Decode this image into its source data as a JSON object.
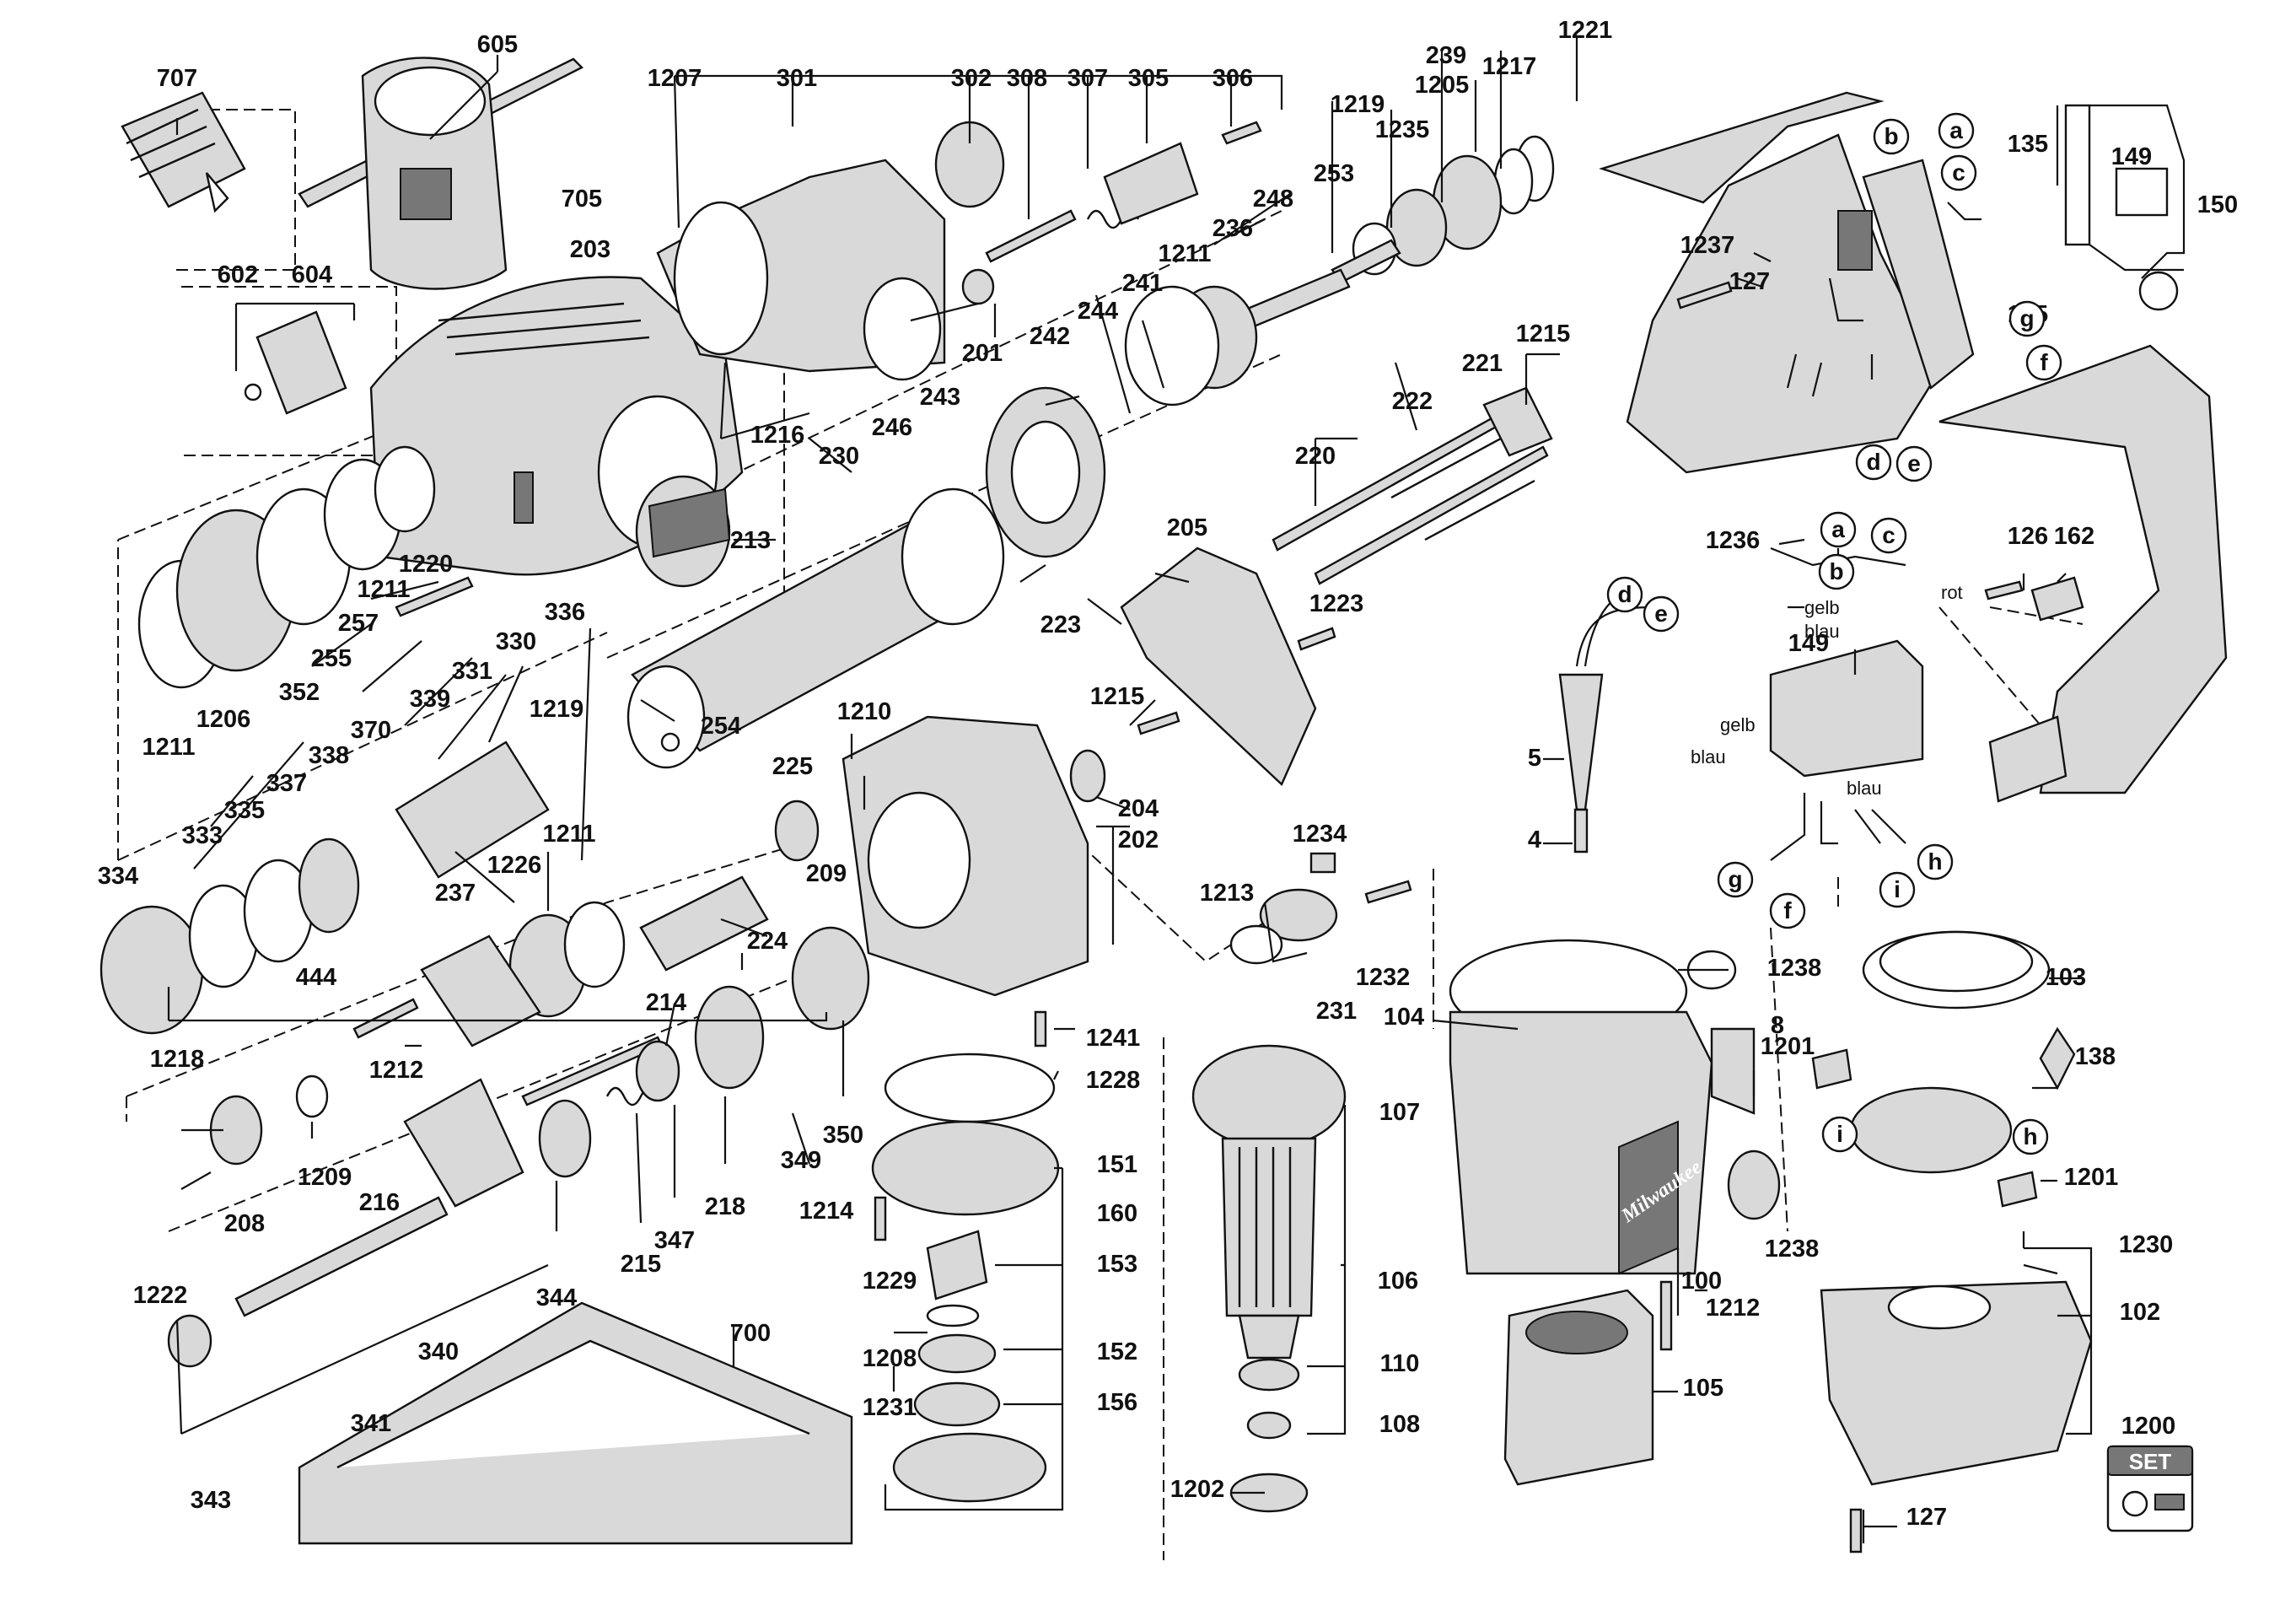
{
  "labels": [
    {
      "id": "707",
      "text": "707"
    },
    {
      "id": "605",
      "text": "605"
    },
    {
      "id": "705",
      "text": "705"
    },
    {
      "id": "1207",
      "text": "1207"
    },
    {
      "id": "301",
      "text": "301"
    },
    {
      "id": "302",
      "text": "302"
    },
    {
      "id": "308",
      "text": "308"
    },
    {
      "id": "307",
      "text": "307"
    },
    {
      "id": "305",
      "text": "305"
    },
    {
      "id": "306",
      "text": "306"
    },
    {
      "id": "239",
      "text": "239"
    },
    {
      "id": "1221",
      "text": "1221"
    },
    {
      "id": "1217",
      "text": "1217"
    },
    {
      "id": "1205",
      "text": "1205"
    },
    {
      "id": "1219a",
      "text": "1219"
    },
    {
      "id": "1235",
      "text": "1235"
    },
    {
      "id": "253",
      "text": "253"
    },
    {
      "id": "203",
      "text": "203"
    },
    {
      "id": "602",
      "text": "602"
    },
    {
      "id": "604",
      "text": "604"
    },
    {
      "id": "248",
      "text": "248"
    },
    {
      "id": "236",
      "text": "236"
    },
    {
      "id": "1211a",
      "text": "1211"
    },
    {
      "id": "241",
      "text": "241"
    },
    {
      "id": "244",
      "text": "244"
    },
    {
      "id": "242",
      "text": "242"
    },
    {
      "id": "201",
      "text": "201"
    },
    {
      "id": "1216",
      "text": "1216"
    },
    {
      "id": "243",
      "text": "243"
    },
    {
      "id": "246",
      "text": "246"
    },
    {
      "id": "230",
      "text": "230"
    },
    {
      "id": "1215a",
      "text": "1215"
    },
    {
      "id": "221",
      "text": "221"
    },
    {
      "id": "222",
      "text": "222"
    },
    {
      "id": "220",
      "text": "220"
    },
    {
      "id": "213",
      "text": "213"
    },
    {
      "id": "1220",
      "text": "1220"
    },
    {
      "id": "1211b",
      "text": "1211"
    },
    {
      "id": "257",
      "text": "257"
    },
    {
      "id": "255",
      "text": "255"
    },
    {
      "id": "352",
      "text": "352"
    },
    {
      "id": "1206",
      "text": "1206"
    },
    {
      "id": "1211c",
      "text": "1211"
    },
    {
      "id": "336",
      "text": "336"
    },
    {
      "id": "330",
      "text": "330"
    },
    {
      "id": "331",
      "text": "331"
    },
    {
      "id": "339",
      "text": "339"
    },
    {
      "id": "1219b",
      "text": "1219"
    },
    {
      "id": "370",
      "text": "370"
    },
    {
      "id": "338",
      "text": "338"
    },
    {
      "id": "337",
      "text": "337"
    },
    {
      "id": "335",
      "text": "335"
    },
    {
      "id": "333",
      "text": "333"
    },
    {
      "id": "334",
      "text": "334"
    },
    {
      "id": "254",
      "text": "254"
    },
    {
      "id": "205",
      "text": "205"
    },
    {
      "id": "1223",
      "text": "1223"
    },
    {
      "id": "223",
      "text": "223"
    },
    {
      "id": "1215b",
      "text": "1215"
    },
    {
      "id": "1210",
      "text": "1210"
    },
    {
      "id": "225",
      "text": "225"
    },
    {
      "id": "204",
      "text": "204"
    },
    {
      "id": "202",
      "text": "202"
    },
    {
      "id": "1211d",
      "text": "1211"
    },
    {
      "id": "1226",
      "text": "1226"
    },
    {
      "id": "237",
      "text": "237"
    },
    {
      "id": "209",
      "text": "209"
    },
    {
      "id": "224",
      "text": "224"
    },
    {
      "id": "444",
      "text": "444"
    },
    {
      "id": "1234",
      "text": "1234"
    },
    {
      "id": "1213",
      "text": "1213"
    },
    {
      "id": "1232",
      "text": "1232"
    },
    {
      "id": "231",
      "text": "231"
    },
    {
      "id": "214",
      "text": "214"
    },
    {
      "id": "1218",
      "text": "1218"
    },
    {
      "id": "1212a",
      "text": "1212"
    },
    {
      "id": "1209",
      "text": "1209"
    },
    {
      "id": "208",
      "text": "208"
    },
    {
      "id": "216",
      "text": "216"
    },
    {
      "id": "349",
      "text": "349"
    },
    {
      "id": "350",
      "text": "350"
    },
    {
      "id": "218",
      "text": "218"
    },
    {
      "id": "347",
      "text": "347"
    },
    {
      "id": "215",
      "text": "215"
    },
    {
      "id": "344",
      "text": "344"
    },
    {
      "id": "1222",
      "text": "1222"
    },
    {
      "id": "340",
      "text": "340"
    },
    {
      "id": "341",
      "text": "341"
    },
    {
      "id": "343",
      "text": "343"
    },
    {
      "id": "700",
      "text": "700"
    },
    {
      "id": "1241",
      "text": "1241"
    },
    {
      "id": "1228",
      "text": "1228"
    },
    {
      "id": "151",
      "text": "151"
    },
    {
      "id": "160",
      "text": "160"
    },
    {
      "id": "1214",
      "text": "1214"
    },
    {
      "id": "153",
      "text": "153"
    },
    {
      "id": "1229",
      "text": "1229"
    },
    {
      "id": "152",
      "text": "152"
    },
    {
      "id": "1208",
      "text": "1208"
    },
    {
      "id": "156",
      "text": "156"
    },
    {
      "id": "1231",
      "text": "1231"
    },
    {
      "id": "107",
      "text": "107"
    },
    {
      "id": "106",
      "text": "106"
    },
    {
      "id": "110",
      "text": "110"
    },
    {
      "id": "108",
      "text": "108"
    },
    {
      "id": "1202",
      "text": "1202"
    },
    {
      "id": "104",
      "text": "104"
    },
    {
      "id": "1238a",
      "text": "1238"
    },
    {
      "id": "8",
      "text": "8"
    },
    {
      "id": "1238b",
      "text": "1238"
    },
    {
      "id": "100",
      "text": "100"
    },
    {
      "id": "1212b",
      "text": "1212"
    },
    {
      "id": "105",
      "text": "105"
    },
    {
      "id": "5",
      "text": "5"
    },
    {
      "id": "4",
      "text": "4"
    },
    {
      "id": "135a",
      "text": "135"
    },
    {
      "id": "149a",
      "text": "149"
    },
    {
      "id": "150",
      "text": "150"
    },
    {
      "id": "1237",
      "text": "1237"
    },
    {
      "id": "127a",
      "text": "127"
    },
    {
      "id": "135b",
      "text": "135"
    },
    {
      "id": "1236",
      "text": "1236"
    },
    {
      "id": "126",
      "text": "126"
    },
    {
      "id": "162",
      "text": "162"
    },
    {
      "id": "149b",
      "text": "149"
    },
    {
      "id": "103",
      "text": "103"
    },
    {
      "id": "1201a",
      "text": "1201"
    },
    {
      "id": "138",
      "text": "138"
    },
    {
      "id": "1201b",
      "text": "1201"
    },
    {
      "id": "1230",
      "text": "1230"
    },
    {
      "id": "102",
      "text": "102"
    },
    {
      "id": "1200",
      "text": "1200"
    },
    {
      "id": "127b",
      "text": "127"
    }
  ],
  "circled": [
    {
      "id": "a1",
      "text": "a"
    },
    {
      "id": "b1",
      "text": "b"
    },
    {
      "id": "c1",
      "text": "c"
    },
    {
      "id": "g1",
      "text": "g"
    },
    {
      "id": "f1",
      "text": "f"
    },
    {
      "id": "d1",
      "text": "d"
    },
    {
      "id": "e1",
      "text": "e"
    },
    {
      "id": "a2",
      "text": "a"
    },
    {
      "id": "c2",
      "text": "c"
    },
    {
      "id": "b2",
      "text": "b"
    },
    {
      "id": "d2",
      "text": "d"
    },
    {
      "id": "e2",
      "text": "e"
    },
    {
      "id": "h1",
      "text": "h"
    },
    {
      "id": "g2",
      "text": "g"
    },
    {
      "id": "f2",
      "text": "f"
    },
    {
      "id": "i1",
      "text": "i"
    },
    {
      "id": "i2",
      "text": "i"
    },
    {
      "id": "h2",
      "text": "h"
    }
  ],
  "wire_labels": [
    {
      "id": "w1",
      "text": "gelb"
    },
    {
      "id": "w2",
      "text": "blau"
    },
    {
      "id": "w3",
      "text": "rot"
    },
    {
      "id": "w4",
      "text": "gelb"
    },
    {
      "id": "w5",
      "text": "blau"
    },
    {
      "id": "w6",
      "text": "blau"
    }
  ],
  "set_badge": {
    "text": "SET"
  },
  "brand_mark": {
    "text": "Milwaukee"
  }
}
